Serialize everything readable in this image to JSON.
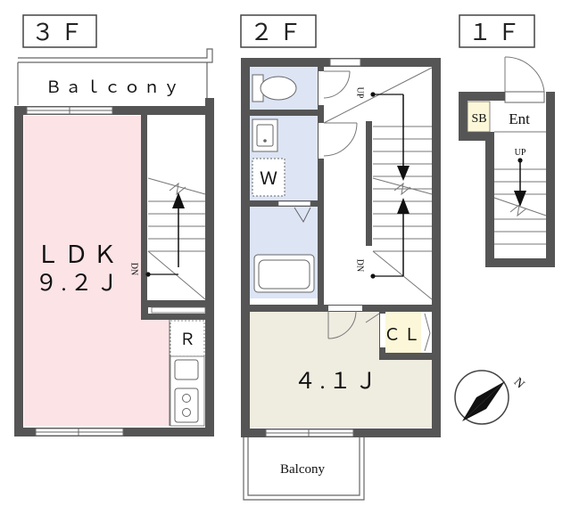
{
  "floors": {
    "f3": {
      "label": "３Ｆ"
    },
    "f2": {
      "label": "２Ｆ"
    },
    "f1": {
      "label": "１Ｆ"
    }
  },
  "rooms": {
    "balcony_top": "Ｂａｌｃｏｎｙ",
    "ldk_label": "ＬＤＫ",
    "ldk_size": "９.２Ｊ",
    "refrigerator": "Ｒ",
    "washer": "Ｗ",
    "closet": "ＣＬ",
    "bedroom_size": "４.１Ｊ",
    "balcony_bottom": "Balcony",
    "shoe_box": "SB",
    "entrance": "Ent"
  },
  "stairs": {
    "up": "UP",
    "dn": "DN"
  },
  "compass": {
    "north": "N"
  },
  "colors": {
    "wall": "#555555",
    "ldk_fill": "#fbe3e6",
    "wet_fill": "#dde5f5",
    "bedroom_fill": "#efece0",
    "closet_fill": "#fbf7d8",
    "shoebox_fill": "#fbf7d8"
  }
}
